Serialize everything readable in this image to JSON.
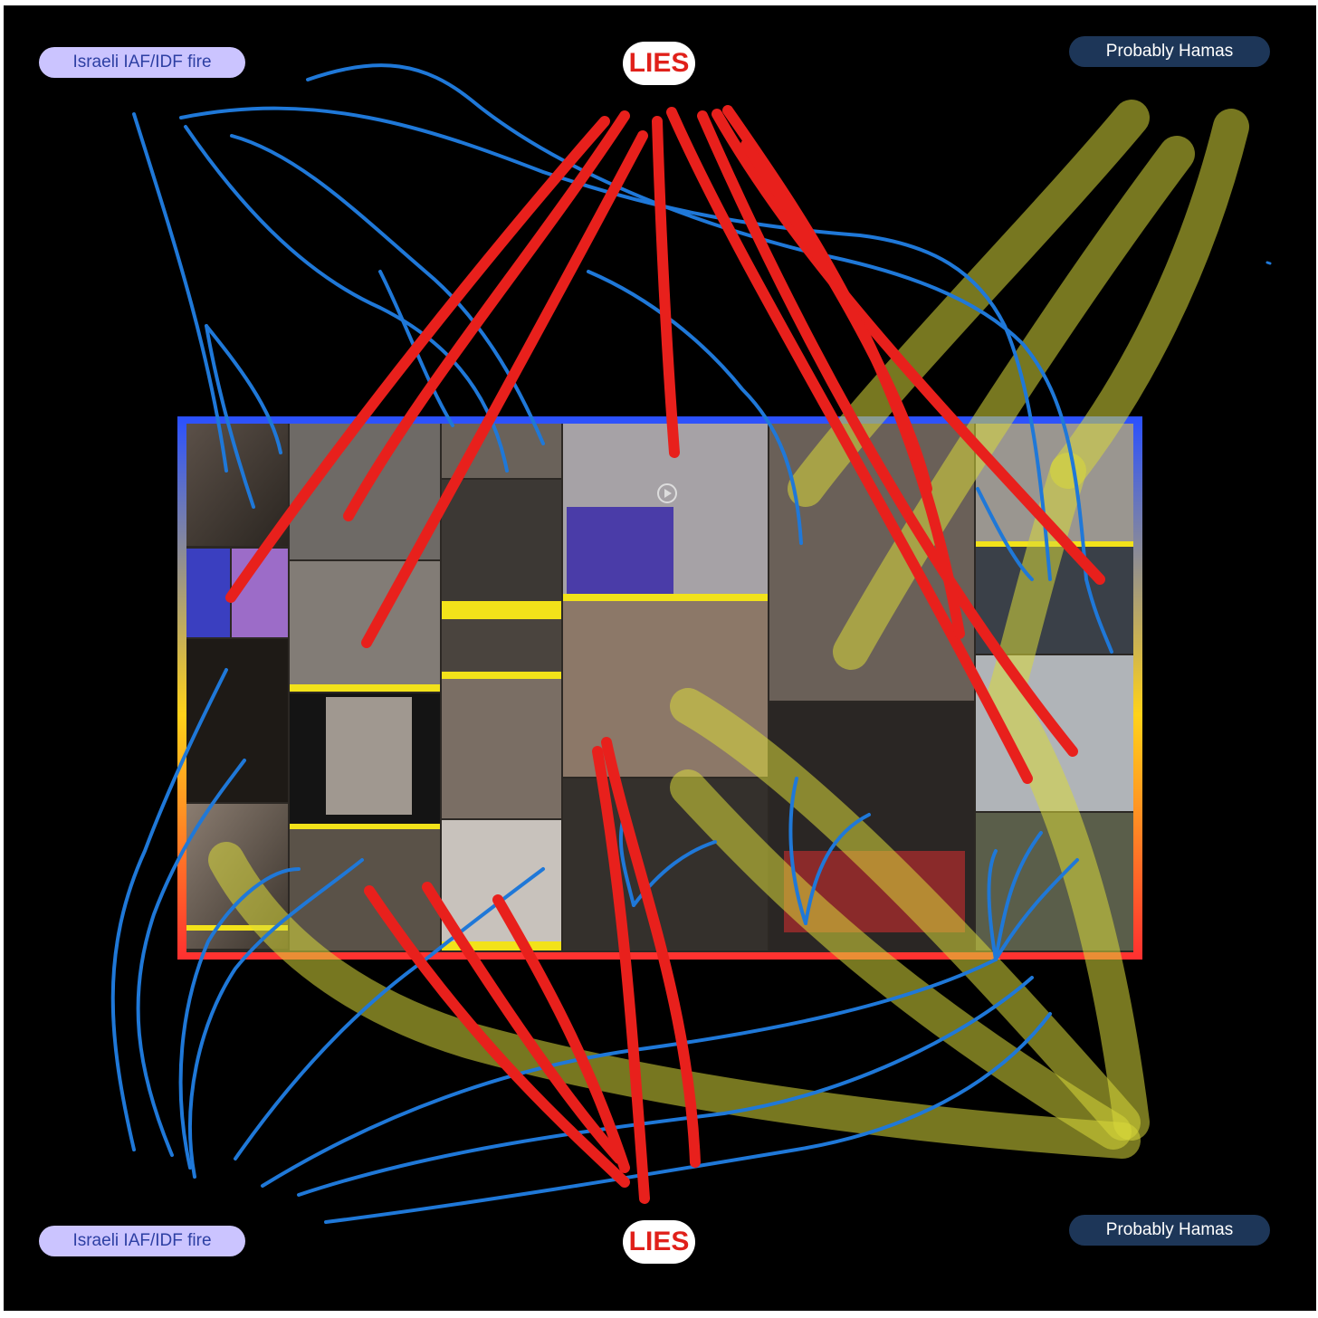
{
  "labels": {
    "israeli_top": "Israeli IAF/IDF fire",
    "israeli_bottom": "Israeli IAF/IDF fire",
    "hamas_top": "Probably Hamas",
    "hamas_bottom": "Probably Hamas",
    "lies_top": "LIES",
    "lies_bottom": "LIES"
  },
  "colors": {
    "background": "#000000",
    "frame_top": "#2a50ff",
    "frame_middle": "#ffd21a",
    "frame_bottom": "#ff3030",
    "red_strokes": "#e8201c",
    "blue_strokes": "#1f78d8",
    "yellow_strokes": "#d8d83a"
  }
}
